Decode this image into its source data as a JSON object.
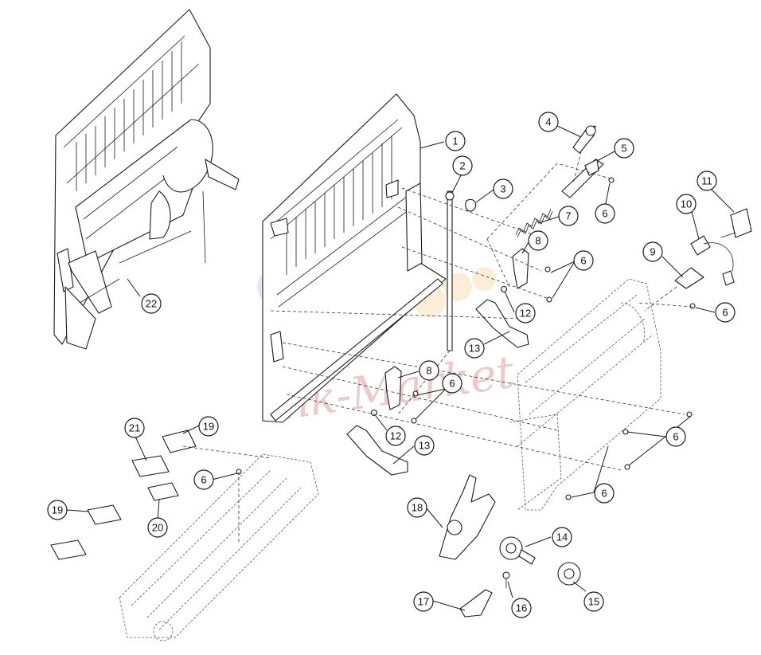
{
  "diagram": {
    "type": "exploded-parts-diagram",
    "watermark": "Ink-Market",
    "callouts": [
      {
        "id": "c1",
        "label": "1"
      },
      {
        "id": "c2",
        "label": "2"
      },
      {
        "id": "c3",
        "label": "3"
      },
      {
        "id": "c4",
        "label": "4"
      },
      {
        "id": "c5",
        "label": "5"
      },
      {
        "id": "c6a",
        "label": "6"
      },
      {
        "id": "c7",
        "label": "7"
      },
      {
        "id": "c8a",
        "label": "8"
      },
      {
        "id": "c6b",
        "label": "6"
      },
      {
        "id": "c9",
        "label": "9"
      },
      {
        "id": "c10",
        "label": "10"
      },
      {
        "id": "c11",
        "label": "11"
      },
      {
        "id": "c6c",
        "label": "6"
      },
      {
        "id": "c12a",
        "label": "12"
      },
      {
        "id": "c13a",
        "label": "13"
      },
      {
        "id": "c8b",
        "label": "8"
      },
      {
        "id": "c6d",
        "label": "6"
      },
      {
        "id": "c12b",
        "label": "12"
      },
      {
        "id": "c13b",
        "label": "13"
      },
      {
        "id": "c6e",
        "label": "6"
      },
      {
        "id": "c6f",
        "label": "6"
      },
      {
        "id": "c22",
        "label": "22"
      },
      {
        "id": "c21",
        "label": "21"
      },
      {
        "id": "c19a",
        "label": "19"
      },
      {
        "id": "c6g",
        "label": "6"
      },
      {
        "id": "c19b",
        "label": "19"
      },
      {
        "id": "c20",
        "label": "20"
      },
      {
        "id": "c18",
        "label": "18"
      },
      {
        "id": "c14",
        "label": "14"
      },
      {
        "id": "c15",
        "label": "15"
      },
      {
        "id": "c16",
        "label": "16"
      },
      {
        "id": "c17",
        "label": "17"
      }
    ]
  }
}
